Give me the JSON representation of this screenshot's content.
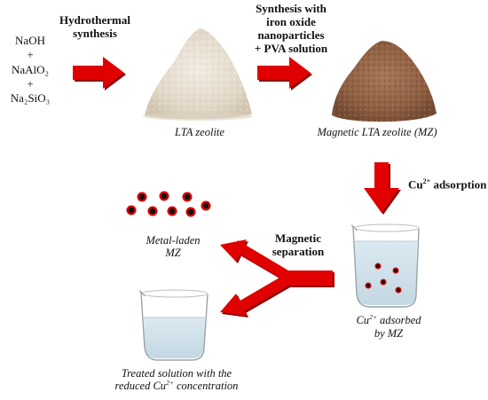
{
  "reagents": [
    "NaOH",
    "+",
    "NaAlO₂",
    "+",
    "Na₂SiO₃"
  ],
  "steps": {
    "hydrothermal": [
      "Hydrothermal",
      "synthesis"
    ],
    "synthesis_with": [
      "Synthesis with",
      "iron oxide",
      "nanoparticles",
      "+ PVA solution"
    ],
    "cu_adsorption": {
      "ion": "Cu",
      "charge": "2+",
      "text": "adsorption"
    },
    "magnetic_separation": [
      "Magnetic",
      "separation"
    ]
  },
  "products": {
    "lta": "LTA zeolite",
    "mz": "Magnetic LTA zeolite (MZ)",
    "metal_laden": [
      "Metal-laden",
      "MZ"
    ],
    "cu_adsorbed": {
      "ion": "Cu",
      "charge": "2+",
      "line1": "adsorbed",
      "line2": "by MZ"
    },
    "treated": {
      "line1": "Treated solution with the",
      "line2_pre": "reduced Cu",
      "charge": "2+",
      "line2_post": "concentration"
    }
  },
  "colors": {
    "arrow": "#e00000",
    "arrow_shadow": "#8c0000",
    "lta_powder": "#e7dfd2",
    "mz_powder": "#9a6a4b",
    "beaker_liquid": "#cfe1ea"
  }
}
